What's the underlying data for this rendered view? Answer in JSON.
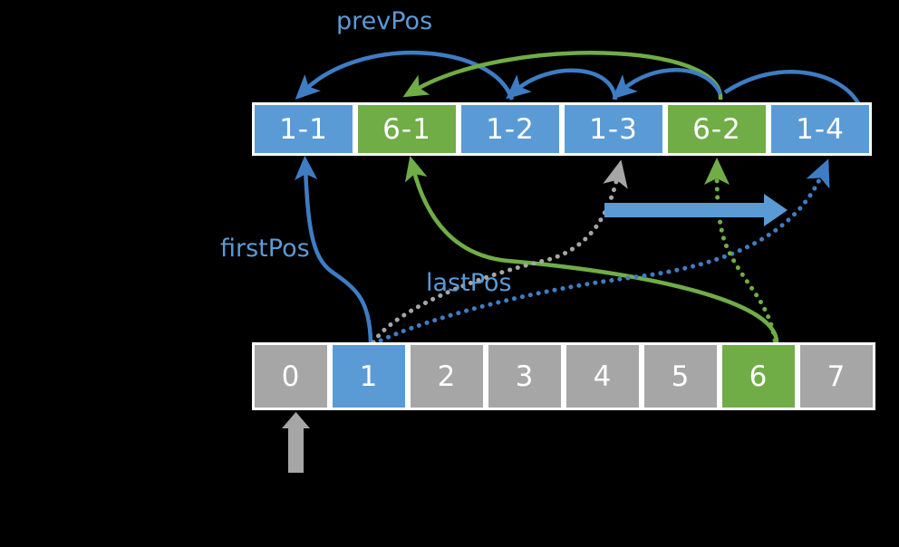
{
  "diagram": {
    "title": "prevPos / firstPos / lastPos linked-list over array diagram",
    "background": "#000000",
    "colors": {
      "blue": "#5B9BD5",
      "blue_dark": "#3E7DC4",
      "green": "#70AD47",
      "gray": "#A6A6A6",
      "white": "#FFFFFF"
    }
  },
  "labels": [
    {
      "id": "prevPos",
      "text": "prevPos",
      "color": "#5B9BD5"
    },
    {
      "id": "firstPos",
      "text": "firstPos",
      "color": "#5B9BD5"
    },
    {
      "id": "lastPos",
      "text": "lastPos",
      "color": "#5B9BD5"
    }
  ],
  "top_array": {
    "name": "entry-list",
    "cells": [
      {
        "label": "1-1",
        "color": "blue"
      },
      {
        "label": "6-1",
        "color": "green"
      },
      {
        "label": "1-2",
        "color": "blue"
      },
      {
        "label": "1-3",
        "color": "blue"
      },
      {
        "label": "6-2",
        "color": "green"
      },
      {
        "label": "1-4",
        "color": "blue"
      }
    ]
  },
  "bottom_array": {
    "name": "bucket-array",
    "cells": [
      {
        "label": "0",
        "color": "gray"
      },
      {
        "label": "1",
        "color": "blue"
      },
      {
        "label": "2",
        "color": "gray"
      },
      {
        "label": "3",
        "color": "gray"
      },
      {
        "label": "4",
        "color": "gray"
      },
      {
        "label": "5",
        "color": "gray"
      },
      {
        "label": "6",
        "color": "green"
      },
      {
        "label": "7",
        "color": "gray"
      }
    ]
  },
  "connectors": [
    {
      "id": "prev-1-1",
      "style": "solid",
      "color": "#3E7DC4",
      "from": "top-cell-1-2",
      "to": "top-cell-1-1"
    },
    {
      "id": "prev-1-2",
      "style": "solid",
      "color": "#3E7DC4",
      "from": "top-cell-1-3",
      "to": "top-cell-1-2"
    },
    {
      "id": "prev-1-3",
      "style": "solid",
      "color": "#3E7DC4",
      "from": "top-cell-1-4",
      "to": "top-cell-1-3"
    },
    {
      "id": "prev-1-3-long",
      "style": "solid",
      "color": "#3E7DC4",
      "from": "top-cell-1-4",
      "to": "top-cell-1-3"
    },
    {
      "id": "prev-6-1",
      "style": "solid",
      "color": "#70AD47",
      "from": "top-cell-6-2",
      "to": "top-cell-6-1"
    },
    {
      "id": "first-1",
      "style": "solid",
      "color": "#3E7DC4",
      "from": "bucket-1",
      "to": "top-cell-1-1"
    },
    {
      "id": "first-6",
      "style": "solid",
      "color": "#70AD47",
      "from": "bucket-6",
      "to": "top-cell-6-1"
    },
    {
      "id": "last-gray",
      "style": "dotted",
      "color": "#A6A6A6",
      "from": "bucket-1",
      "to": "top-cell-1-3"
    },
    {
      "id": "last-blue",
      "style": "dotted",
      "color": "#3E7DC4",
      "from": "bucket-1",
      "to": "top-cell-1-4"
    },
    {
      "id": "last-green",
      "style": "dotted",
      "color": "#70AD47",
      "from": "bucket-6",
      "to": "top-cell-6-2"
    },
    {
      "id": "shift-arrow",
      "style": "solid",
      "color": "#5B9BD5",
      "from": "top-cell-1-3",
      "to": "top-cell-1-4"
    },
    {
      "id": "head-pointer",
      "style": "solid",
      "color": "#A6A6A6",
      "from": "below",
      "to": "bucket-0"
    }
  ]
}
